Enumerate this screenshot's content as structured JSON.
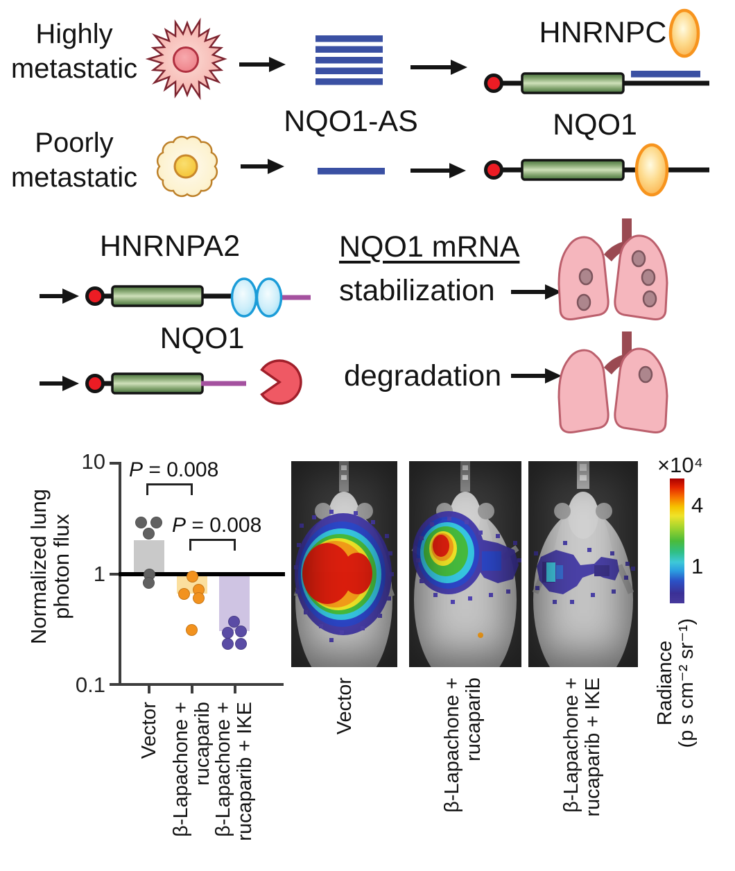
{
  "colors": {
    "antisense_blue": "#3a50a3",
    "exon_green_mid": "#cfe0ba",
    "protein_orange": "#f9a63a",
    "hnrnpa2_cyan": "#8fd9f3",
    "utr_purple": "#a4519f",
    "rnase_red": "#ef5964",
    "lung_pink": "#f5b6bd"
  },
  "diagram_top": {
    "highly_label": "Highly\nmetastatic",
    "poorly_label": "Poorly\nmetastatic",
    "nqo1_as_label": "NQO1-AS",
    "hnrnpc_label": "HNRNPC",
    "nqo1_label": "NQO1"
  },
  "diagram_mid": {
    "hnrnpa2_label": "HNRNPA2",
    "nqo1_label": "NQO1",
    "mrna_title": "NQO1 mRNA",
    "stabilization_label": "stabilization",
    "degradation_label": "degradation"
  },
  "chart_data": {
    "type": "bar",
    "scale": "log10",
    "ylabel": "Normalized lung\nphoton flux",
    "ylim": [
      0.1,
      10
    ],
    "ytick_labels": [
      "10",
      "1",
      "0.1"
    ],
    "reference_line": 1,
    "grid": false,
    "categories": [
      "Vector",
      "β-Lapachone +\nrucaparib",
      "β-Lapachone +\nrucaparib + IKE"
    ],
    "bar_values": [
      2.0,
      0.67,
      0.31
    ],
    "bar_colors": [
      "#c9c9c9",
      "#fbdf9e",
      "#cfc4e3"
    ],
    "point_colors": [
      "#616161",
      "#f2921e",
      "#5a4ca5"
    ],
    "points": [
      {
        "values": [
          2.9,
          2.9,
          2.3,
          1.0,
          0.84
        ],
        "dx": [
          -12,
          10,
          -1,
          0,
          -1
        ]
      },
      {
        "values": [
          0.95,
          0.73,
          0.67,
          0.61,
          0.32
        ],
        "dx": [
          0,
          9,
          -12,
          9,
          -1
        ]
      },
      {
        "values": [
          0.38,
          0.31,
          0.3,
          0.24,
          0.24
        ],
        "dx": [
          -1,
          9,
          -10,
          -10,
          9
        ]
      }
    ],
    "annotations": [
      {
        "italic": "P",
        "rest": " = 0.008",
        "pair": [
          1,
          2
        ]
      },
      {
        "italic": "P",
        "rest": " = 0.008",
        "pair": [
          2,
          3
        ]
      }
    ]
  },
  "mice": {
    "labels": [
      "Vector",
      "β-Lapachone +\nrucaparib",
      "β-Lapachone +\nrucaparib + IKE"
    ]
  },
  "colorbar": {
    "multiplier": "×10⁴",
    "tick_high": "4",
    "tick_low": "1",
    "label": "Radiance\n(p s cm⁻² sr⁻¹)"
  }
}
